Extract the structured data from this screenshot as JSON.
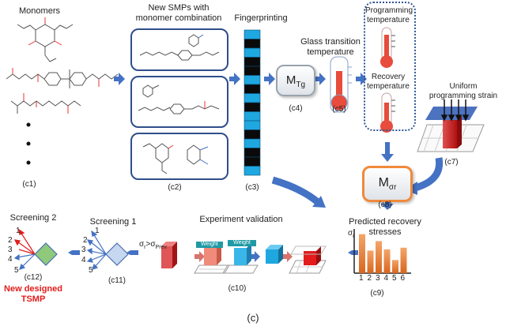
{
  "labels": {
    "monomers": "Monomers",
    "new_smps_1": "New SMPs with",
    "new_smps_2": "monomer combination",
    "fingerprinting": "Fingerprinting",
    "glass_1": "Glass transition",
    "glass_2": "temperature",
    "prog_temp_1": "Programming",
    "prog_temp_2": "temperature",
    "recovery_temp_1": "Recovery",
    "recovery_temp_2": "temperature",
    "uniform_1": "Uniform",
    "uniform_2": "programming strain",
    "predicted_1": "Predicted recovery",
    "predicted_2": "stresses",
    "sigma_r": "σr",
    "experiment": "Experiment validation",
    "screening1": "Screening 1",
    "screening2": "Screening 2",
    "new_designed_1": "New designed",
    "new_designed_2": "TSMP",
    "sigma_cond": "σr>σPrev",
    "weight1": "Weight",
    "weight2": "Weight",
    "model_tg": "MTg",
    "model_sr": "Mσr",
    "figure_label": "(c)"
  },
  "stage_ids": {
    "c1": "(c1)",
    "c2": "(c2)",
    "c3": "(c3)",
    "c4": "(c4)",
    "c5": "(c5)",
    "c7": "(c7)",
    "c8": "(c8)",
    "c9": "(c9)",
    "c10": "(c10)",
    "c11": "(c11)",
    "c12": "(c12)"
  },
  "screening_numbers": [
    "1",
    "2",
    "3",
    "4",
    "5"
  ],
  "bar_ticks": [
    "1",
    "2",
    "3",
    "4",
    "5",
    "6"
  ],
  "bar_values": [
    0.95,
    0.55,
    0.78,
    0.58,
    0.32,
    0.62
  ],
  "fingerprint_bits": [
    0,
    1,
    0,
    1,
    1,
    0,
    1,
    0,
    1,
    0,
    0,
    1,
    0,
    1,
    1,
    0
  ],
  "colors": {
    "arrow": "#4472c4",
    "box_border": "#2f4e8a",
    "bar": "#e07b39",
    "highlight_red": "#e31b1b",
    "cyan": "#1fa7e0",
    "fingerprint_dark": "#0a0a0a"
  }
}
